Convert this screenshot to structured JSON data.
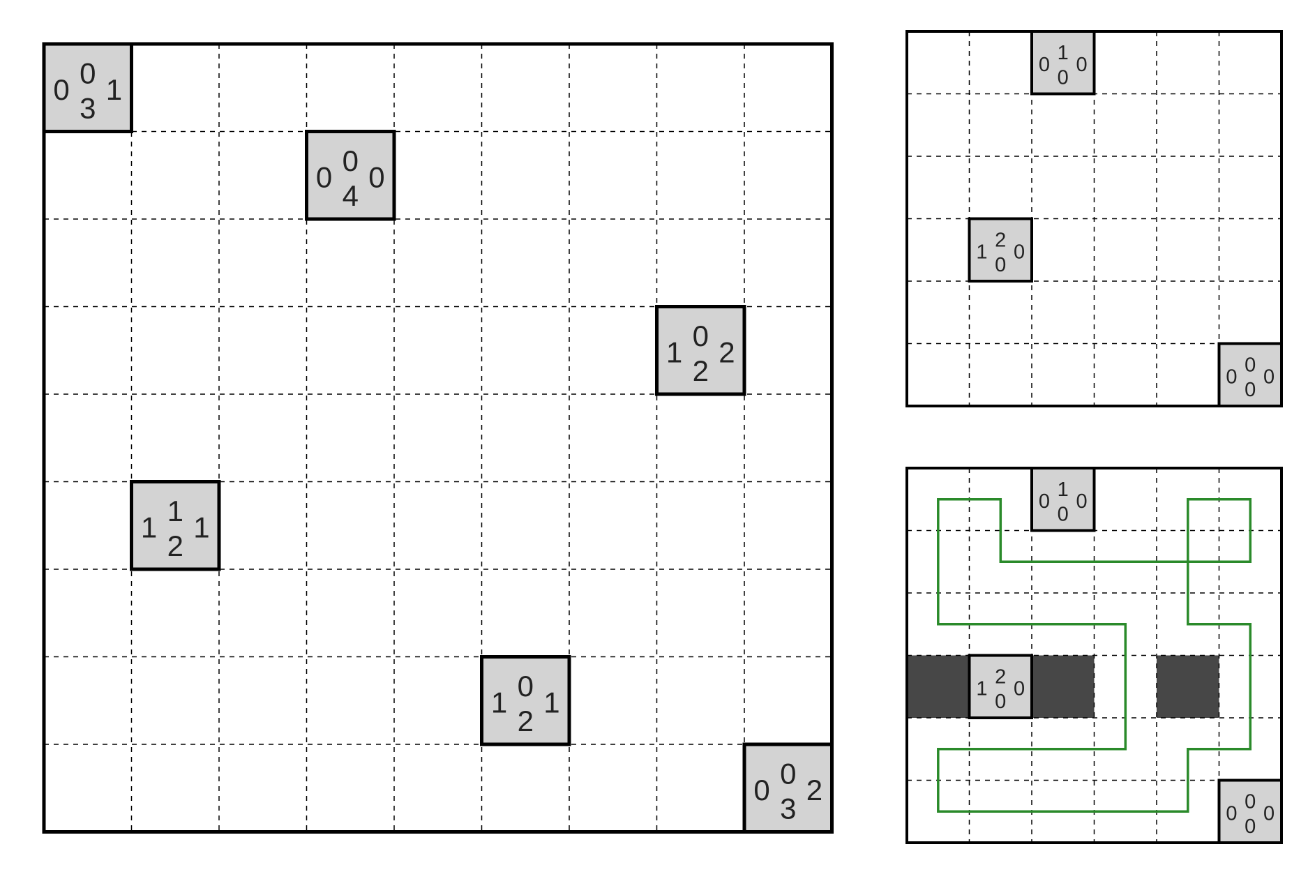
{
  "colors": {
    "clue_fill": "#d3d3d3",
    "shaded": "#474747",
    "loop": "#2a8a2a",
    "grid_line": "#000000"
  },
  "puzzles": [
    {
      "id": "main-puzzle",
      "rows": 9,
      "cols": 9,
      "clues": [
        {
          "row": 0,
          "col": 0,
          "top": "0",
          "left": "0",
          "right": "1",
          "bottom": "3"
        },
        {
          "row": 1,
          "col": 3,
          "top": "0",
          "left": "0",
          "right": "0",
          "bottom": "4"
        },
        {
          "row": 3,
          "col": 7,
          "top": "0",
          "left": "1",
          "right": "2",
          "bottom": "2"
        },
        {
          "row": 5,
          "col": 1,
          "top": "1",
          "left": "1",
          "right": "1",
          "bottom": "2"
        },
        {
          "row": 7,
          "col": 5,
          "top": "0",
          "left": "1",
          "right": "1",
          "bottom": "2"
        },
        {
          "row": 8,
          "col": 8,
          "top": "0",
          "left": "0",
          "right": "2",
          "bottom": "3"
        }
      ],
      "shaded": [],
      "loop": []
    },
    {
      "id": "example-puzzle",
      "rows": 6,
      "cols": 6,
      "clues": [
        {
          "row": 0,
          "col": 2,
          "top": "1",
          "left": "0",
          "right": "0",
          "bottom": "0"
        },
        {
          "row": 3,
          "col": 1,
          "top": "2",
          "left": "1",
          "right": "0",
          "bottom": "0"
        },
        {
          "row": 5,
          "col": 5,
          "top": "0",
          "left": "0",
          "right": "0",
          "bottom": "0"
        }
      ],
      "shaded": [],
      "loop": []
    },
    {
      "id": "example-solution",
      "rows": 6,
      "cols": 6,
      "clues": [
        {
          "row": 0,
          "col": 2,
          "top": "1",
          "left": "0",
          "right": "0",
          "bottom": "0"
        },
        {
          "row": 3,
          "col": 1,
          "top": "2",
          "left": "1",
          "right": "0",
          "bottom": "0"
        },
        {
          "row": 5,
          "col": 5,
          "top": "0",
          "left": "0",
          "right": "0",
          "bottom": "0"
        }
      ],
      "shaded": [
        [
          3,
          0
        ],
        [
          3,
          2
        ],
        [
          3,
          4
        ]
      ],
      "loop": [
        [
          0,
          0
        ],
        [
          0,
          1
        ],
        [
          1,
          1
        ],
        [
          1,
          2
        ],
        [
          1,
          3
        ],
        [
          1,
          4
        ],
        [
          0,
          4
        ],
        [
          0,
          5
        ],
        [
          1,
          5
        ],
        [
          1,
          4
        ],
        [
          2,
          4
        ],
        [
          2,
          5
        ],
        [
          3,
          5
        ],
        [
          4,
          5
        ],
        [
          4,
          4
        ],
        [
          5,
          4
        ],
        [
          5,
          3
        ],
        [
          5,
          2
        ],
        [
          5,
          1
        ],
        [
          5,
          0
        ],
        [
          4,
          0
        ],
        [
          4,
          1
        ],
        [
          4,
          2
        ],
        [
          4,
          3
        ],
        [
          3,
          3
        ],
        [
          2,
          3
        ],
        [
          2,
          2
        ],
        [
          2,
          1
        ],
        [
          2,
          0
        ],
        [
          1,
          0
        ]
      ]
    }
  ]
}
